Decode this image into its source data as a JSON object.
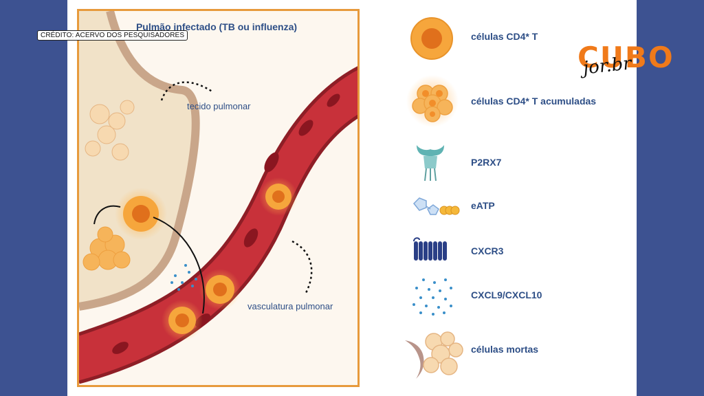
{
  "credit": "CRÉDITO: ACERVO DOS PESQUISADORES",
  "diagram": {
    "title": "Pulmão infectado (TB ou influenza)",
    "label_tissue": "tecido pulmonar",
    "label_vasculature": "vasculatura pulmonar"
  },
  "legend": [
    {
      "icon": "cd4-t-cell-icon",
      "label": "células CD4* T"
    },
    {
      "icon": "accumulated-cd4-t-cells-icon",
      "label": "células CD4* T acumuladas"
    },
    {
      "icon": "p2rx7-receptor-icon",
      "label": "P2RX7"
    },
    {
      "icon": "eatp-molecule-icon",
      "label": "eATP"
    },
    {
      "icon": "cxcr3-receptor-icon",
      "label": "CXCR3"
    },
    {
      "icon": "cxcl9-cxcl10-dots-icon",
      "label": "CXCL9/CXCL10"
    },
    {
      "icon": "dead-cells-icon",
      "label": "células mortas"
    }
  ],
  "logo": {
    "brand": "CUBO",
    "sub": "jor.br"
  },
  "colors": {
    "background": "#3d5291",
    "frame": "#e79a3c",
    "title": "#2d4e86",
    "cell": "#f29a2e",
    "vessel": "#c8313a",
    "logo": "#f07a1a"
  }
}
